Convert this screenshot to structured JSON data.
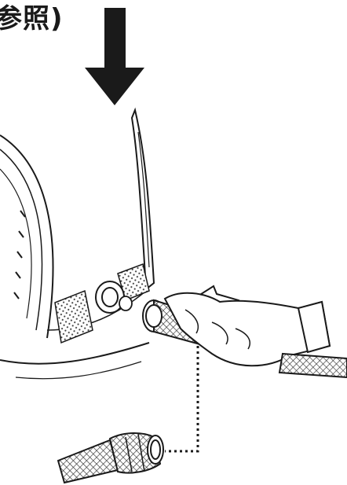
{
  "caption": {
    "text": "参照)"
  },
  "illustration": {
    "ink_color": "#1a1a1a",
    "paper_color": "#ffffff",
    "icons": [
      "down-arrow-icon",
      "push-direction-arrow-icon",
      "dotted-leader-line",
      "cable-connector-plug",
      "device-housing",
      "gripping-hand"
    ]
  }
}
